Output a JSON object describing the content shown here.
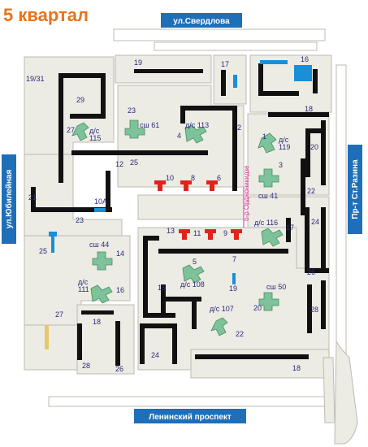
{
  "title": "5 квартал",
  "streets": {
    "top": "ул.Свердлова",
    "left": "ул.Юбилейная",
    "right": "Пр-т Ст.Разина",
    "bottom": "Ленинский проспект",
    "inner": "б-р Орджоникидзе"
  },
  "labels": {
    "l1931": "19/31",
    "l29": "29",
    "l19top": "19",
    "l17a": "17",
    "l16": "16",
    "l23a": "23",
    "lsh61": "сш 61",
    "lds113": "д/с 113",
    "l4": "4",
    "l2": "2",
    "l18a": "18",
    "l27a": "27",
    "lds115": "д/с\n115",
    "l1": "1",
    "lds119": "д/с\n119",
    "l20a": "20",
    "l25a": "25",
    "l10": "10",
    "l8": "8",
    "l6": "6",
    "l3": "3",
    "lsh41": "сш 41",
    "l22a": "22",
    "l12": "12",
    "l21": "21",
    "l10A": "10А",
    "l23b": "23",
    "l13": "13",
    "l11": "11",
    "l9": "9",
    "lds116": "д/с 116",
    "l17b": "17",
    "l24a": "24",
    "l25b": "25",
    "lsh44": "сш 44",
    "l14": "14",
    "l7": "7",
    "l5": "5",
    "lds108": "д/с 108",
    "l26a": "26",
    "lds111": "д/с\n111",
    "l16b": "16",
    "l15": "15",
    "l19b": "19",
    "lsh50": "сш 50",
    "l20b": "20",
    "l28a": "28",
    "l27b": "27",
    "l18b": "18",
    "lds107": "д/с 107",
    "l22b": "22",
    "l24b": "24",
    "l28b": "28",
    "l26b": "26",
    "l18c": "18"
  },
  "colors": {
    "block": "#ecebe4",
    "road": "#ffffff",
    "building": "#111111",
    "school": "#7dc29a",
    "red": "#e2231a",
    "blue": "#1a8fd6",
    "street_badge": "#1f6fb8",
    "title": "#e8731a"
  }
}
